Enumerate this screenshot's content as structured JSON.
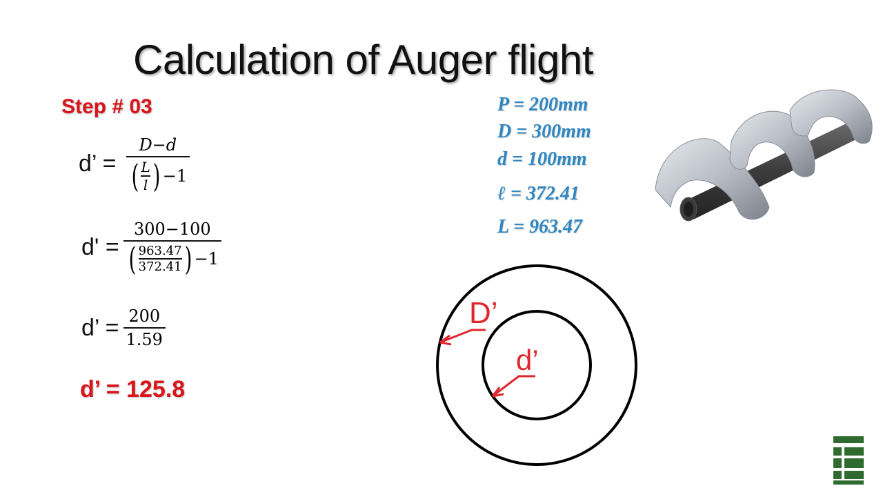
{
  "slide": {
    "title": "Calculation of Auger flight",
    "step": "Step # 03"
  },
  "formula": {
    "eq1_lhs": "d’ =",
    "eq1_num": "D−d",
    "eq1_L": "L",
    "eq1_l": "l",
    "eq1_minus": "−1",
    "eq2_lhs": "d' =",
    "eq2_num": "300−100",
    "eq2_L": "963.47",
    "eq2_l": "372.41",
    "eq2_minus": "−1",
    "eq3_lhs": "d’ =",
    "eq3_num": "200",
    "eq3_den": "1.59",
    "result": "d’ = 125.8"
  },
  "given": {
    "P": "P = 200mm",
    "D": "D = 300mm",
    "d": "d = 100mm",
    "l": "ℓ = 372.41",
    "L": "L = 963.47"
  },
  "diagram": {
    "outer_label": "D’",
    "inner_label": "d’"
  },
  "colors": {
    "accent_red": "#d9141a",
    "given_blue": "#2e87c2",
    "logo_green": "#2f6b2f"
  }
}
